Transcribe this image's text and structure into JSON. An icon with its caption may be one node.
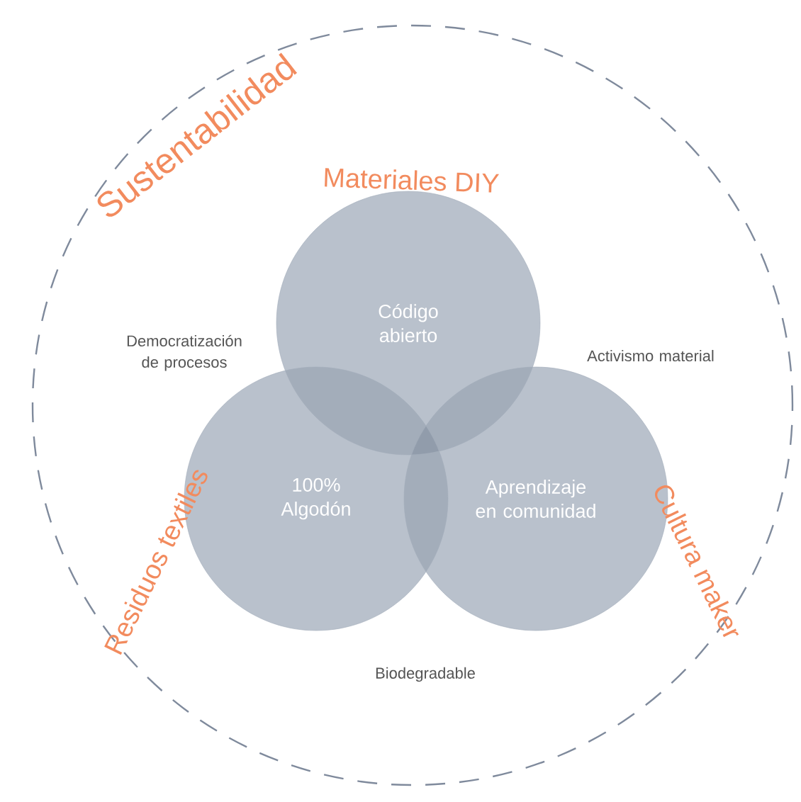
{
  "diagram": {
    "nodes": [
      {
        "text": [
          "Sustentabilidad"
        ]
      },
      {
        "text": [
          "Código abierto"
        ],
        "beside": [
          "Materiales DIY"
        ],
        "in": 0
      },
      {
        "text": [
          "100% Algodón"
        ],
        "beside": [
          "Residuos textiles"
        ],
        "in": 0
      },
      {
        "text": [
          "Aprendizaje en comunidad"
        ],
        "beside": [
          "Cultura maker"
        ],
        "in": 0
      }
    ],
    "labels": [
      "Democratización de procesos",
      "Activismo material",
      "Biodegradable"
    ]
  }
}
